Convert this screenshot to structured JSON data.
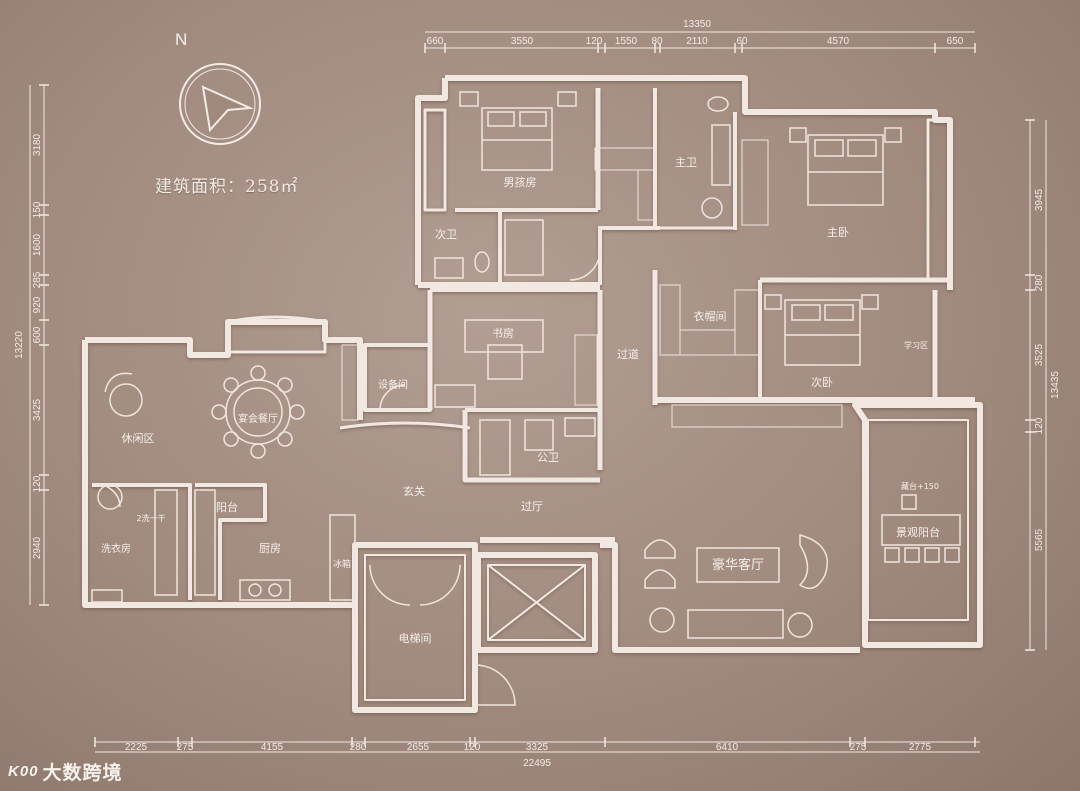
{
  "north_label": "N",
  "area_text": "建筑面积：258㎡",
  "watermark": {
    "mark": "K00",
    "text": "大数跨境"
  },
  "rooms": {
    "guest_bedroom": "男孩房",
    "second_bath": "次卫",
    "master_bath": "主卫",
    "master_bedroom": "主卧",
    "closet": "衣帽间",
    "second_bedroom": "次卧",
    "study_area": "学习区",
    "study": "书房",
    "corridor": "过道",
    "equipment_room": "设备间",
    "public_bath": "公卫",
    "leisure_area": "休闲区",
    "dining": "宴会餐厅",
    "foyer": "玄关",
    "hall": "过厅",
    "balcony": "阳台",
    "laundry": "洗衣房",
    "kitchen": "厨房",
    "elevator": "电梯间",
    "living": "豪华客厅",
    "view_balcony": "景观阳台",
    "view_balcony_note": "藏台+150",
    "laundry_note": "2洗一干",
    "fridge_note": "冰箱"
  },
  "dimensions": {
    "top_total": "13350",
    "top_segments": [
      "660",
      "3550",
      "120",
      "1550",
      "80",
      "2110",
      "60",
      "4570",
      "650"
    ],
    "bottom_total": "22495",
    "bottom_segments": [
      "2225",
      "275",
      "4155",
      "280",
      "2655",
      "120",
      "3325",
      "6410",
      "275",
      "2775"
    ],
    "left_total": "13220",
    "left_segments": [
      "3180",
      "150",
      "1600",
      "285",
      "920",
      "600",
      "3425",
      "120",
      "2940"
    ],
    "right_total": "13435",
    "right_segments": [
      "3945",
      "280",
      "3525",
      "120",
      "5565"
    ]
  }
}
